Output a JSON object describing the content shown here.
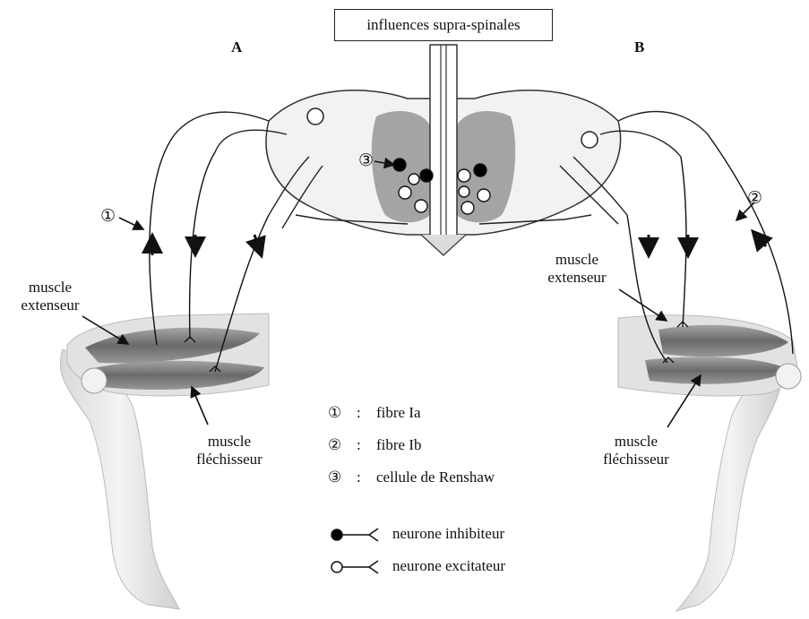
{
  "title": "influences supra-spinales",
  "panels": {
    "a": "A",
    "b": "B"
  },
  "labels": {
    "left_extensor": "muscle\nextenseur",
    "left_flexor": "muscle\nfléchisseur",
    "right_extensor": "muscle\nextenseur",
    "right_flexor": "muscle\nfléchisseur",
    "marker_1": "①",
    "marker_2": "②",
    "marker_3": "③"
  },
  "legend": {
    "items": [
      {
        "symbol": "①",
        "sep": ":",
        "text": "fibre Ia"
      },
      {
        "symbol": "②",
        "sep": ":",
        "text": "fibre Ib"
      },
      {
        "symbol": "③",
        "sep": ":",
        "text": "cellule de Renshaw"
      }
    ],
    "neurons": [
      {
        "text": "neurone inhibiteur",
        "fill": "#000000"
      },
      {
        "text": "neurone excitateur",
        "fill": "#ffffff"
      }
    ]
  },
  "colors": {
    "ink": "#111111",
    "grey_matter": "#8a8a8a",
    "muscle": "#6e6e6e",
    "skin": "#efefef"
  }
}
